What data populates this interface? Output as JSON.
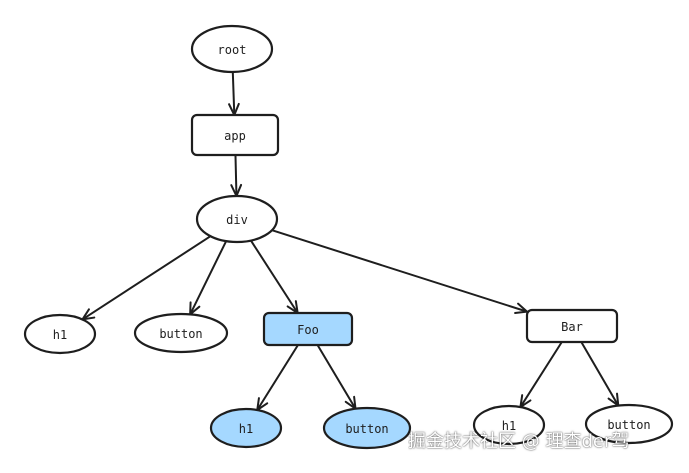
{
  "diagram": {
    "nodes": [
      {
        "id": "root",
        "label": "root",
        "shape": "ellipse",
        "highlighted": false
      },
      {
        "id": "app",
        "label": "app",
        "shape": "rect",
        "highlighted": false
      },
      {
        "id": "div",
        "label": "div",
        "shape": "ellipse",
        "highlighted": false
      },
      {
        "id": "h1-left",
        "label": "h1",
        "shape": "ellipse",
        "highlighted": false
      },
      {
        "id": "button-left",
        "label": "button",
        "shape": "ellipse",
        "highlighted": false
      },
      {
        "id": "foo",
        "label": "Foo",
        "shape": "rect",
        "highlighted": true
      },
      {
        "id": "bar",
        "label": "Bar",
        "shape": "rect",
        "highlighted": false
      },
      {
        "id": "foo-h1",
        "label": "h1",
        "shape": "ellipse",
        "highlighted": true
      },
      {
        "id": "foo-button",
        "label": "button",
        "shape": "ellipse",
        "highlighted": true
      },
      {
        "id": "bar-h1",
        "label": "h1",
        "shape": "ellipse",
        "highlighted": false
      },
      {
        "id": "bar-button",
        "label": "button",
        "shape": "ellipse",
        "highlighted": false
      }
    ],
    "edges": [
      {
        "from": "root",
        "to": "app"
      },
      {
        "from": "app",
        "to": "div"
      },
      {
        "from": "div",
        "to": "h1-left"
      },
      {
        "from": "div",
        "to": "button-left"
      },
      {
        "from": "div",
        "to": "foo"
      },
      {
        "from": "div",
        "to": "bar"
      },
      {
        "from": "foo",
        "to": "foo-h1"
      },
      {
        "from": "foo",
        "to": "foo-button"
      },
      {
        "from": "bar",
        "to": "bar-h1"
      },
      {
        "from": "bar",
        "to": "bar-button"
      }
    ],
    "colors": {
      "stroke": "#1e1e1e",
      "fill": "#ffffff",
      "highlight_fill": "#a5d8ff"
    }
  },
  "watermark": "掘金技术社区 @ 理查der驾"
}
